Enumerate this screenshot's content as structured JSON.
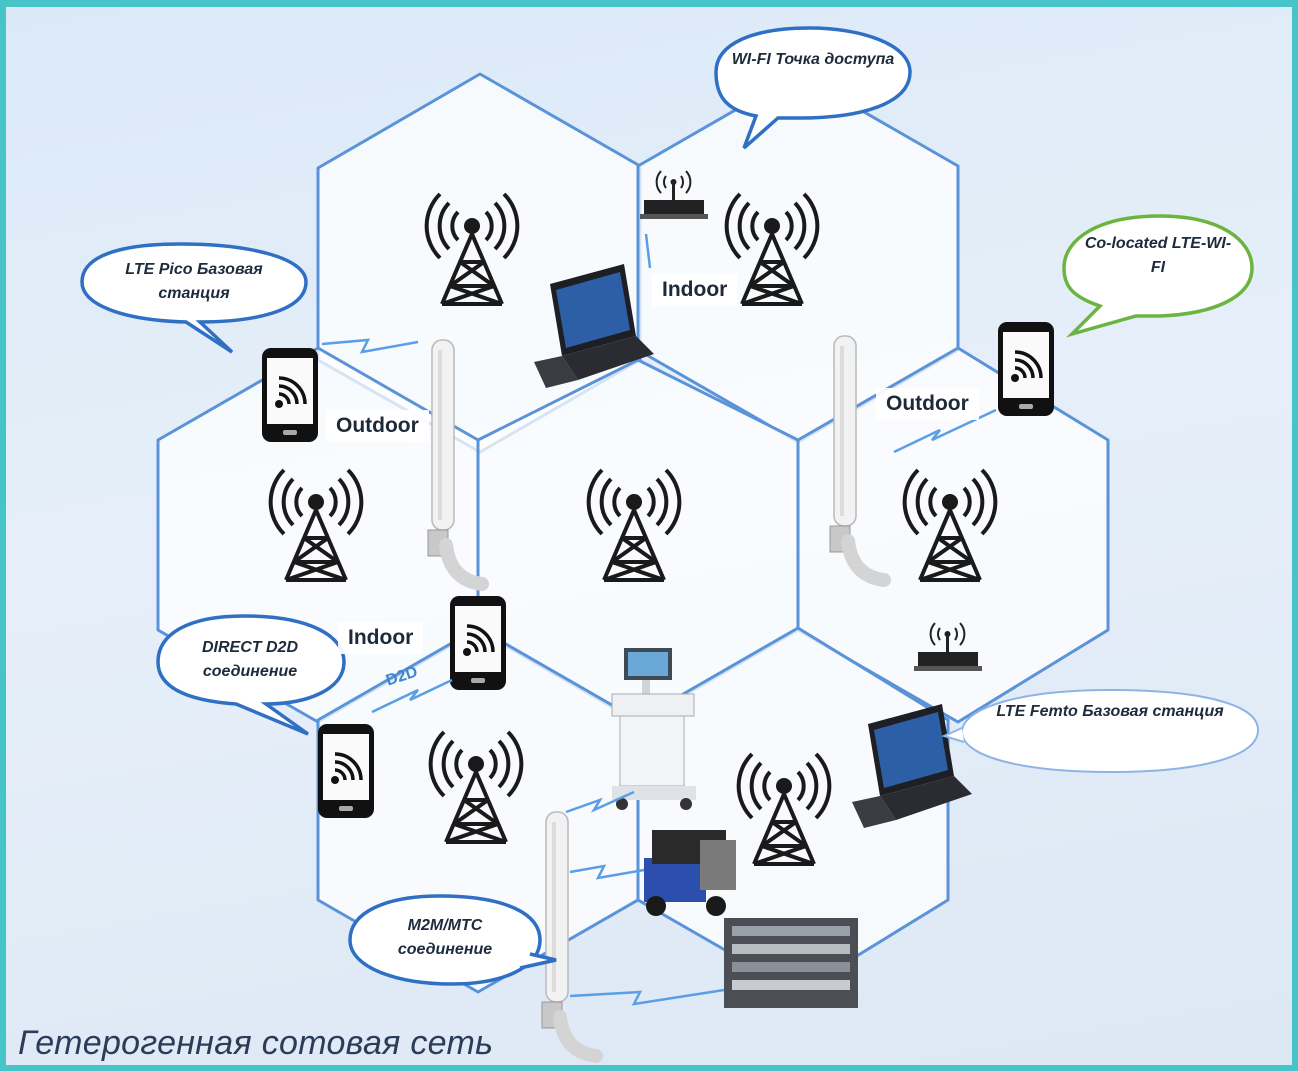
{
  "bubbles": {
    "wifi_ap": "WI-FI Точка доступа",
    "lte_pico": "LTE Pico Базовая станция",
    "co_located": "Co-located LTE-WI-FI",
    "direct_d2d": "DIRECT D2D соединение",
    "lte_femto": "LTE Femto Базовая станция",
    "m2m": "M2M/MTC соединение"
  },
  "labels": {
    "indoor_top": "Indoor",
    "outdoor_left": "Outdoor",
    "outdoor_right": "Outdoor",
    "indoor_left": "Indoor",
    "d2d": "D2D"
  },
  "caption": "Гетерогенная сотовая сеть",
  "colors": {
    "frame": "#46c4c8",
    "cell_edge": "#5b93d8",
    "bubble_blue": "#2f6fc4",
    "bubble_green": "#6cb441",
    "bubble_light": "#8eb4e6",
    "link": "#5a9ee6"
  }
}
